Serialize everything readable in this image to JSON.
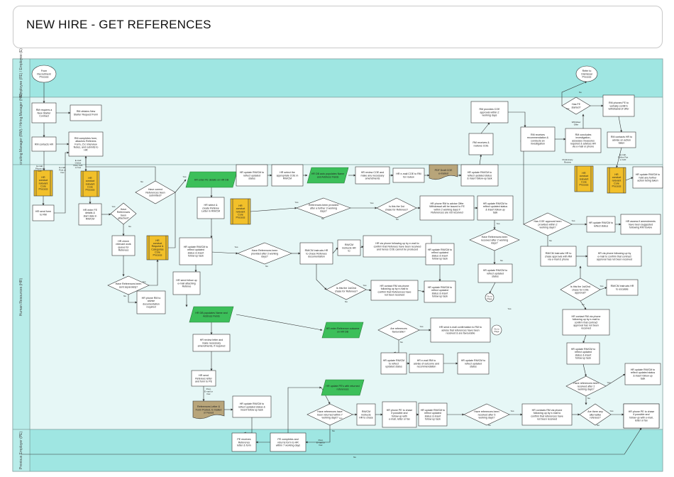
{
  "title": "NEW HIRE - GET REFERENCES",
  "lanes": [
    {
      "id": "fe",
      "label": "Future Employee (FE) / Employee (E)"
    },
    {
      "id": "rm",
      "label": "Recruiting Manager (RM) / Hiring Manager (HM)"
    },
    {
      "id": "hr",
      "label": "Human Resources (HR)"
    },
    {
      "id": "pe",
      "label": "Previous Employer (PE)"
    }
  ],
  "nodes": [
    {
      "id": "n1",
      "text": "From Recruitment Process"
    },
    {
      "id": "n2",
      "text": "RM requires a New Starter Contract"
    },
    {
      "id": "n3",
      "text": "RM obtains New Starter Request Form"
    },
    {
      "id": "n4",
      "text": "RM contacts HR"
    },
    {
      "id": "n5",
      "text": "RM completes form, attaches Referees Form, CV, Interview Notes, and submits to HR"
    },
    {
      "id": "n6",
      "text": "HR conduct relevant Core Process"
    },
    {
      "id": "n7",
      "text": "HR send form to RM"
    },
    {
      "id": "n8",
      "text": "HR conduct relevant Core Process"
    },
    {
      "id": "n9",
      "text": "HR enter FE details & start date in RM/CM"
    },
    {
      "id": "n10",
      "text": "Have References been attached?"
    },
    {
      "id": "n11",
      "text": "HR check relevant work queue for Referees"
    },
    {
      "id": "n12",
      "text": "HR conduct Request & Categorise Core Process"
    },
    {
      "id": "n13",
      "text": "Have References been sent separately?"
    },
    {
      "id": "n14",
      "text": "HR phone RM to advise documentation required"
    },
    {
      "id": "n15",
      "text": "Have correct References been submitted?"
    },
    {
      "id": "n16",
      "text": "HR enter FE details on HR DB"
    },
    {
      "id": "n17",
      "text": "HR select & create Referee Letter in RM/CM"
    },
    {
      "id": "n18",
      "text": "HR update RM/CM to reflect updated status & insert follow up task"
    },
    {
      "id": "n19",
      "text": "HR send follow up e-mail attaching Referee"
    },
    {
      "id": "n20",
      "text": "HR DB populates Name and Address Fields"
    },
    {
      "id": "n21",
      "text": "HR review letter and make necessary amendments, if required"
    },
    {
      "id": "n22",
      "text": "HR send Referees letter and form to PE"
    },
    {
      "id": "n23",
      "text": "References Letter & Form Posted, E-mailed or Faxed"
    },
    {
      "id": "n24",
      "text": "HR update RM/CM to reflect updated status & insert follow up task"
    },
    {
      "id": "n25",
      "text": "HR update RM/CM to reflect updated status"
    },
    {
      "id": "n26",
      "text": "HR select the appropriate COE in RM/CM"
    },
    {
      "id": "n27",
      "text": "HR DB auto populates Name and Address Fields"
    },
    {
      "id": "n28",
      "text": "HR review COE and make any necessary amendments"
    },
    {
      "id": "n29",
      "text": "HR e-mail COE to RM for review"
    },
    {
      "id": "n30",
      "text": "PDF Draft COE e-mailed"
    },
    {
      "id": "n31",
      "text": "HR update RM/CM to reflect updated status & insert follow-up task"
    },
    {
      "id": "n32",
      "text": "RM receives & reviews COE"
    },
    {
      "id": "n33",
      "text": "RM provides COE approval within 2 working days"
    },
    {
      "id": "n34",
      "text": "HR conduct relevant Core Process"
    },
    {
      "id": "n35",
      "text": "References been provided after a further 3 working days?"
    },
    {
      "id": "n36",
      "text": "Is this the 3rd chase for Referees?"
    },
    {
      "id": "n37",
      "text": "HR phone RM to advise Offer Withdrawal will be issued to FE within 2 working days if References are not received"
    },
    {
      "id": "n38",
      "text": "HR update RM/CM to reflect updated status & insert follow up task"
    },
    {
      "id": "n39",
      "text": "Have References been received after 2 working days?"
    },
    {
      "id": "n40",
      "text": "HR update RM/CM to reflect updated status"
    },
    {
      "id": "n41",
      "text": "Go to Page"
    },
    {
      "id": "n42",
      "text": "Have References been provided after 3 working days?"
    },
    {
      "id": "n43",
      "text": "RM/CM instructs HR to chase Referees documentation"
    },
    {
      "id": "n44",
      "text": "RM/CM instructs HR to"
    },
    {
      "id": "n45",
      "text": "HR via phone following up by e-mail to confirm that Referees have been received and hence COE cannot be produced"
    },
    {
      "id": "n46",
      "text": "HR update RM/CM to reflect updated status & insert follow up task"
    },
    {
      "id": "n47",
      "text": "Is this the 1st/2nd chase for Referees?"
    },
    {
      "id": "n48",
      "text": "HR contact RM via phone following up by e-mail to confirm that References have not been received"
    },
    {
      "id": "n49",
      "text": "HR update RM/CM to reflect updated status & insert follow up task"
    },
    {
      "id": "n50",
      "text": "HR enter Reference outcome on HR DB"
    },
    {
      "id": "n51",
      "text": "Are references favourable?"
    },
    {
      "id": "n52",
      "text": "HR send e-mail confirmation to RM to advise that references have been received & are favourable"
    },
    {
      "id": "n53",
      "text": "Go to Page"
    },
    {
      "id": "n54",
      "text": "HR update RM/CM to reflect updated status"
    },
    {
      "id": "n55",
      "text": "HR e-mail RM to advise of outcome and recommendation"
    },
    {
      "id": "n56",
      "text": "HR update RM/CM to reflect updated status"
    },
    {
      "id": "n57",
      "text": "HR update PE's with returned references"
    },
    {
      "id": "n58",
      "text": "Have references have been returned within 7 working days?"
    },
    {
      "id": "n59",
      "text": "RM/CM instructs HR to chase"
    },
    {
      "id": "n60",
      "text": "HR phone PE to chase if possible and follow-up with e-mail, letter or fax"
    },
    {
      "id": "n61",
      "text": "HR update RM/CM to reflect updated status & insert follow up task"
    },
    {
      "id": "n62",
      "text": "Have references been received after 5 working days?"
    },
    {
      "id": "n63",
      "text": "HR contacts RM via phone following up by e-mail to confirm that references have not been received"
    },
    {
      "id": "n64",
      "text": "Are there any alternative referees?"
    },
    {
      "id": "n65",
      "text": "HR phone PE to chase if possible and following up with e-mail, letter or fax"
    },
    {
      "id": "n66",
      "text": "PE receives Reference letter & form"
    },
    {
      "id": "n67",
      "text": "PE completes and returns form to HR within 7 working days"
    },
    {
      "id": "n68",
      "text": "RM receives recommendation & conducts an investigation"
    },
    {
      "id": "n69",
      "text": "RM concludes investigation, assesses measures required & advises HR via e-mail or phone"
    },
    {
      "id": "n70",
      "text": "Has FE started?"
    },
    {
      "id": "n71",
      "text": "Refer to Dismissal Process"
    },
    {
      "id": "n72",
      "text": "RM phones FE to verbally confirm withdrawal of offer"
    },
    {
      "id": "n73",
      "text": "RM contacts HR to advise on action taken"
    },
    {
      "id": "n74",
      "text": "HR conduct relevant Core Process"
    },
    {
      "id": "n75",
      "text": "HR conduct relevant Core Process"
    },
    {
      "id": "n76",
      "text": "HR update RM/CM to hold any further action being taken"
    },
    {
      "id": "n77",
      "text": "Has COE approval been provided within 2 working days?"
    },
    {
      "id": "n78",
      "text": "HR update RM/CM to reflect status"
    },
    {
      "id": "n79",
      "text": "HR assess if amendments have been suggested following RM review"
    },
    {
      "id": "n80",
      "text": "RM/CM instructs HR to chase approval with RM via e-mail & phone"
    },
    {
      "id": "n81",
      "text": "HR via phone following up by e-mail to confirm that contract approval has not been received"
    },
    {
      "id": "n82",
      "text": "Is this the 1st/2nd chase for COE approval?"
    },
    {
      "id": "n83",
      "text": "RM/CM instructs HR to escalate"
    },
    {
      "id": "n84",
      "text": "HR contact RM via phone following up by e-mail to confirm that contract approval has not been received"
    },
    {
      "id": "n85",
      "text": "HR update RM/CM to reflect updated status & insert follow up task"
    },
    {
      "id": "n86",
      "text": "Have references been received after 2 working days?"
    },
    {
      "id": "n87",
      "text": "HR update RM/CM to reflect updated status & insert follow up task"
    },
    {
      "id": "n88",
      "text": "HR phone PE to chase if possible and follow-up with e-mail, letter or fax"
    }
  ],
  "edge_labels": {
    "yes": "Yes",
    "no": "No",
    "email_phone_f2f": "E-mail, Phone or F2F",
    "email_post_fax": "E-mail, Post or Fax",
    "email_online_post": "E-mail Online Post, F2F or Fax",
    "post_email_fax": "Post, E-mail or Fax",
    "withdraw_offer": "Withdraw Offer",
    "preliminary_review": "Preliminary Review",
    "email_online_f2f": "E-mail, Online Fax or F2F"
  },
  "colors": {
    "lane_bg": "#9fe6e2",
    "lane_label_bg": "#b8ece9",
    "lane_alt_bg": "#e6f7f6",
    "core_process": "#f2c02a",
    "system": "#3cbf5a",
    "document": "#b8a57a"
  }
}
